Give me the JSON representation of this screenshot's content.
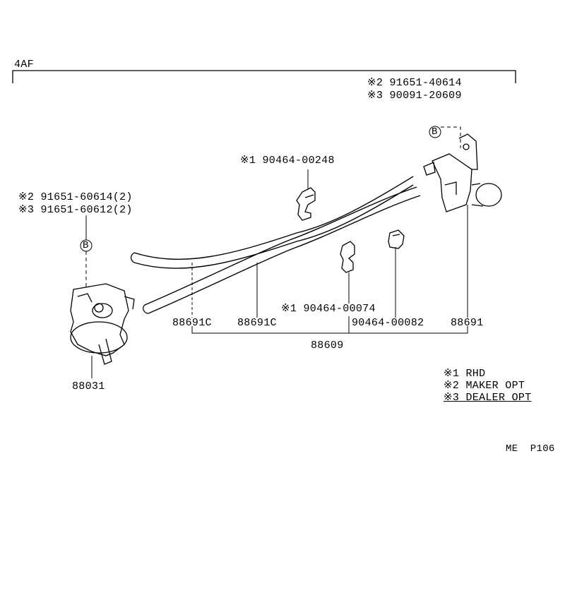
{
  "header": {
    "section_code": "4AF"
  },
  "callouts": {
    "top_right_1": "※2 91651-40614",
    "top_right_2": "※3 90091-20609",
    "left_1": "※2 91651-60614(2)",
    "left_2": "※3 91651-60612(2)",
    "clip_upper": "※1 90464-00248",
    "clip_lower": "※1 90464-00074",
    "bolt_ref_left": "B",
    "bolt_ref_right": "B"
  },
  "parts": {
    "p88691c_a": "88691C",
    "p88691c_b": "88691C",
    "p90464_00082": "90464-00082",
    "p88691": "88691",
    "p88609": "88609",
    "p88031": "88031"
  },
  "legend": {
    "item1": "※1 RHD",
    "item2": "※2 MAKER OPT",
    "item3": "※3 DEALER OPT"
  },
  "footer": {
    "page_ref": "ME  P106"
  }
}
